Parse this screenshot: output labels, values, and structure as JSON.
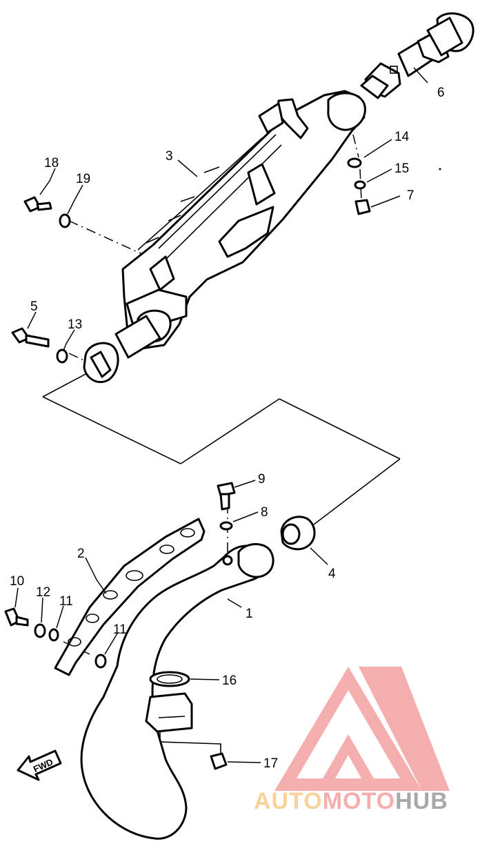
{
  "diagram": {
    "callouts": [
      "1",
      "2",
      "3",
      "4",
      "5",
      "6",
      "7",
      "8",
      "9",
      "10",
      "11",
      "11",
      "12",
      "13",
      "14",
      "15",
      "16",
      "17",
      "18",
      "19"
    ],
    "fwd_label": "FWD"
  },
  "watermark": {
    "text_part1": "AUTO",
    "text_part2": "MOTO",
    "text_part3": "HUB",
    "color_primary": "#f4a0a0",
    "color_accent": "#f7c98a",
    "color_gray": "#9a9a9a"
  }
}
